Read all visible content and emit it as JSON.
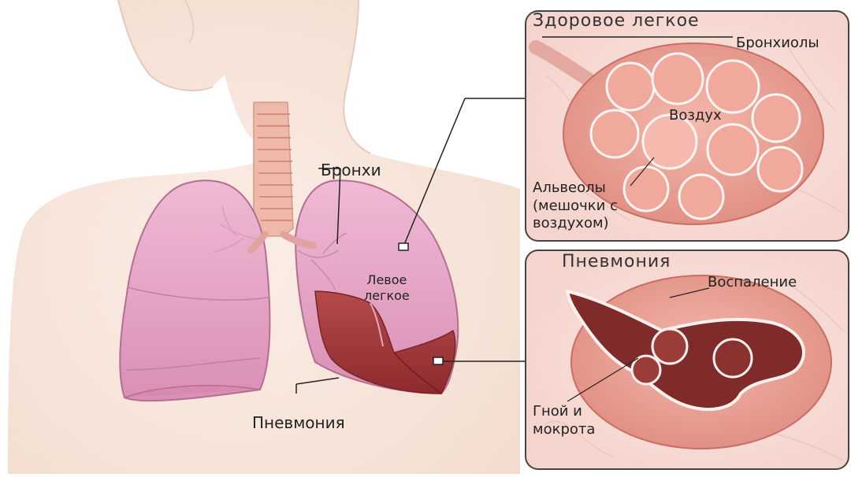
{
  "labels": {
    "healthy_title": "Здоровое легкое",
    "bronchioles": "Бронхиолы",
    "air": "Воздух",
    "alveoli": "Альвеолы\n(мешочки с\nвоздухом)",
    "bronchi": "Бронхи",
    "left_lung": "Левое\nлегкое",
    "pneumonia_title": "Пневмония",
    "inflammation": "Воспаление",
    "pus": "Гной и\nмокрота",
    "pneumonia_caption": "Пневмония"
  },
  "colors": {
    "skin": "#f6e2d6",
    "lung_pink": "#e6a6c4",
    "lung_dark": "#a8393c",
    "trachea": "#efb9a9",
    "panel_bg": "#f7dfd9",
    "alveolus": "#e9a092",
    "inflamed": "#7e2b2a"
  }
}
